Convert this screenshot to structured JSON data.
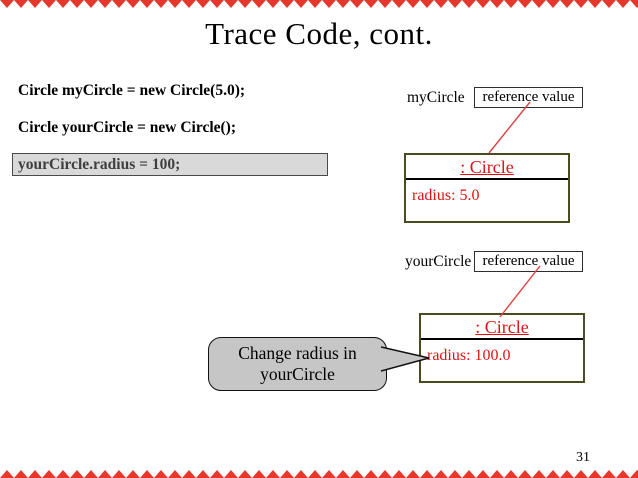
{
  "title": "Trace Code, cont.",
  "page_number": "31",
  "code": {
    "line1": "Circle myCircle = new Circle(5.0);",
    "line2": "Circle yourCircle = new Circle();",
    "highlighted": "yourCircle.radius = 100;"
  },
  "diagram": {
    "my": {
      "label": "myCircle",
      "ref": "reference value",
      "class_name": ": Circle",
      "field": "radius: 5.0"
    },
    "your": {
      "label": "yourCircle",
      "ref": "reference value",
      "class_name": ": Circle",
      "field": "radius: 100.0"
    }
  },
  "callout": {
    "line1": "Change radius in",
    "line2": "yourCircle"
  },
  "colors": {
    "accent_red": "#e01212",
    "connector_red": "#e04040",
    "object_box_border": "#4b4b21",
    "highlight_gray": "#d9d9d9",
    "callout_gray": "#c6c6c6",
    "sawtooth_red": "#e5372b"
  }
}
